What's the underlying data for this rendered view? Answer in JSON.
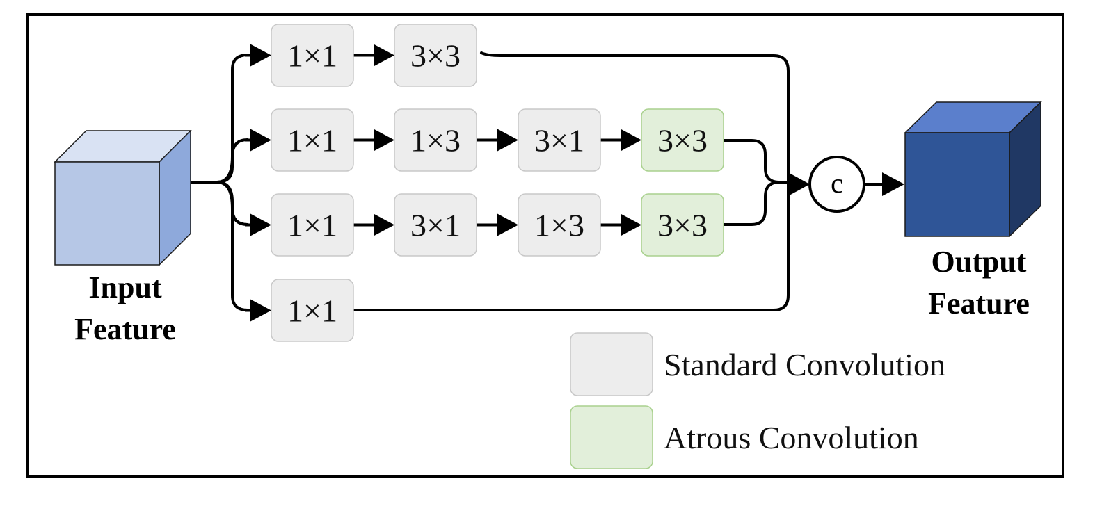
{
  "input": {
    "line1": "Input",
    "line2": "Feature",
    "front": "#b6c7e6",
    "top": "#d9e2f3",
    "side": "#8ea9db"
  },
  "output": {
    "line1": "Output",
    "line2": "Feature",
    "front": "#2f5597",
    "top": "#5b7fcc",
    "side": "#203864"
  },
  "branches": [
    {
      "ops": [
        {
          "label": "1×1",
          "kind": "standard"
        },
        {
          "label": "3×3",
          "kind": "standard"
        }
      ]
    },
    {
      "ops": [
        {
          "label": "1×1",
          "kind": "standard"
        },
        {
          "label": "1×3",
          "kind": "standard"
        },
        {
          "label": "3×1",
          "kind": "standard"
        },
        {
          "label": "3×3",
          "kind": "atrous"
        }
      ]
    },
    {
      "ops": [
        {
          "label": "1×1",
          "kind": "standard"
        },
        {
          "label": "3×1",
          "kind": "standard"
        },
        {
          "label": "1×3",
          "kind": "standard"
        },
        {
          "label": "3×3",
          "kind": "atrous"
        }
      ]
    },
    {
      "ops": [
        {
          "label": "1×1",
          "kind": "standard"
        }
      ]
    }
  ],
  "concat": {
    "label": "c"
  },
  "legend": [
    {
      "kind": "standard",
      "label": "Standard Convolution"
    },
    {
      "kind": "atrous",
      "label": "Atrous Convolution"
    }
  ],
  "colors": {
    "standard_fill": "#ededed",
    "standard_stroke": "#c8c8c8",
    "atrous_fill": "#e2efda",
    "atrous_stroke": "#a9d18e",
    "line": "#000000",
    "frame": "#000000"
  }
}
